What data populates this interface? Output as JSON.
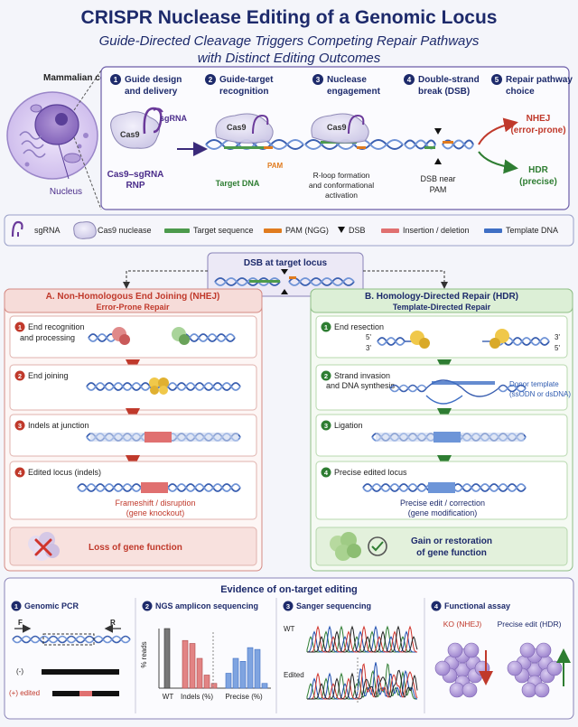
{
  "header": {
    "title": "CRISPR Nuclease Editing of a Genomic Locus",
    "subtitle_line1": "Guide-Directed Cleavage Triggers Competing Repair Pathways",
    "subtitle_line2": "with Distinct Editing Outcomes"
  },
  "cell": {
    "label": "Mammalian cell",
    "nucleus_label": "Nucleus"
  },
  "steps": [
    {
      "num": "1",
      "title_l1": "Guide design",
      "title_l2": "and delivery",
      "sgrna_label": "sgRNA",
      "cas9_label": "Cas9",
      "caption_l1": "Cas9–sgRNA",
      "caption_l2": "RNP"
    },
    {
      "num": "2",
      "title_l1": "Guide-target",
      "title_l2": "recognition",
      "cas9_label": "Cas9",
      "pam_label": "PAM",
      "caption_l1": "Target DNA"
    },
    {
      "num": "3",
      "title_l1": "Nuclease",
      "title_l2": "engagement",
      "cas9_label": "Cas9",
      "caption_l1": "R-loop formation",
      "caption_l2": "and conformational",
      "caption_l3": "activation"
    },
    {
      "num": "4",
      "title_l1": "Double-strand",
      "title_l2": "break (DSB)",
      "caption_l1": "DSB near",
      "caption_l2": "PAM"
    },
    {
      "num": "5",
      "title_l1": "Repair pathway",
      "title_l2": "choice",
      "nhej_l1": "NHEJ",
      "nhej_l2": "(error-prone)",
      "hdr_l1": "HDR",
      "hdr_l2": "(precise)"
    }
  ],
  "legend": [
    {
      "key": "sgrna",
      "label": "sgRNA"
    },
    {
      "key": "cas9",
      "label": "Cas9 nuclease"
    },
    {
      "key": "target",
      "label": "Target sequence"
    },
    {
      "key": "pam",
      "label": "PAM (NGG)"
    },
    {
      "key": "dsb",
      "label": "DSB"
    },
    {
      "key": "indel",
      "label": "Insertion / deletion"
    },
    {
      "key": "template",
      "label": "Template DNA"
    }
  ],
  "dsb_box": {
    "label": "DSB at target locus"
  },
  "nhej": {
    "title_l1": "A. Non-Homologous End Joining (NHEJ)",
    "title_l2": "Error-Prone Repair",
    "steps": [
      {
        "num": "1",
        "label_l1": "End recognition",
        "label_l2": "and processing"
      },
      {
        "num": "2",
        "label_l1": "End joining"
      },
      {
        "num": "3",
        "label_l1": "Indels at junction"
      },
      {
        "num": "4",
        "label_l1": "Edited locus (indels)",
        "caption_l1": "Frameshift / disruption",
        "caption_l2": "(gene knockout)"
      }
    ],
    "outcome": "Loss of gene function"
  },
  "hdr": {
    "title_l1": "B. Homology-Directed Repair (HDR)",
    "title_l2": "Template-Directed Repair",
    "steps": [
      {
        "num": "1",
        "label_l1": "End resection",
        "p5": "5'",
        "p3": "3'"
      },
      {
        "num": "2",
        "label_l1": "Strand invasion",
        "label_l2": "and DNA synthesis",
        "donor_l1": "Donor template",
        "donor_l2": "(ssODN or dsDNA)"
      },
      {
        "num": "3",
        "label_l1": "Ligation"
      },
      {
        "num": "4",
        "label_l1": "Precise edited locus",
        "caption_l1": "Precise edit / correction",
        "caption_l2": "(gene modification)"
      }
    ],
    "outcome_l1": "Gain or restoration",
    "outcome_l2": "of gene function"
  },
  "evidence": {
    "title": "Evidence of on-target editing",
    "panels": [
      {
        "num": "1",
        "title": "Genomic PCR",
        "primer_f": "F",
        "primer_r": "R",
        "lane_neg": "(-)",
        "lane_pos": "(+) edited"
      },
      {
        "num": "2",
        "title": "NGS amplicon sequencing",
        "ylabel": "% reads",
        "cat_wt": "WT",
        "cat_indel": "Indels (%)",
        "cat_precise": "Precise (%)"
      },
      {
        "num": "3",
        "title": "Sanger sequencing",
        "row_wt": "WT",
        "row_edited": "Edited"
      },
      {
        "num": "4",
        "title": "Functional assay",
        "ko_label": "KO (NHEJ)",
        "precise_label": "Precise edit (HDR)"
      }
    ]
  },
  "chart_data": {
    "type": "bar",
    "ylabel": "% reads",
    "categories": [
      "WT",
      "Indels (%)",
      "Precise (%)"
    ],
    "ylim": [
      0,
      100
    ],
    "series": [
      {
        "values": [
          100
        ]
      },
      {
        "values": [
          80,
          75,
          50,
          22,
          8
        ]
      },
      {
        "values": [
          25,
          50,
          45,
          68,
          65,
          8
        ]
      }
    ]
  },
  "colors": {
    "purple": "#4a2c8a",
    "navy": "#1d2a6b",
    "nhej_red": "#c0392b",
    "hdr_green": "#2e7d32",
    "pam_orange": "#e07b1e",
    "target_green": "#4c9a4c",
    "template_blue": "#3f6fc4",
    "indel_red": "#e07070"
  }
}
